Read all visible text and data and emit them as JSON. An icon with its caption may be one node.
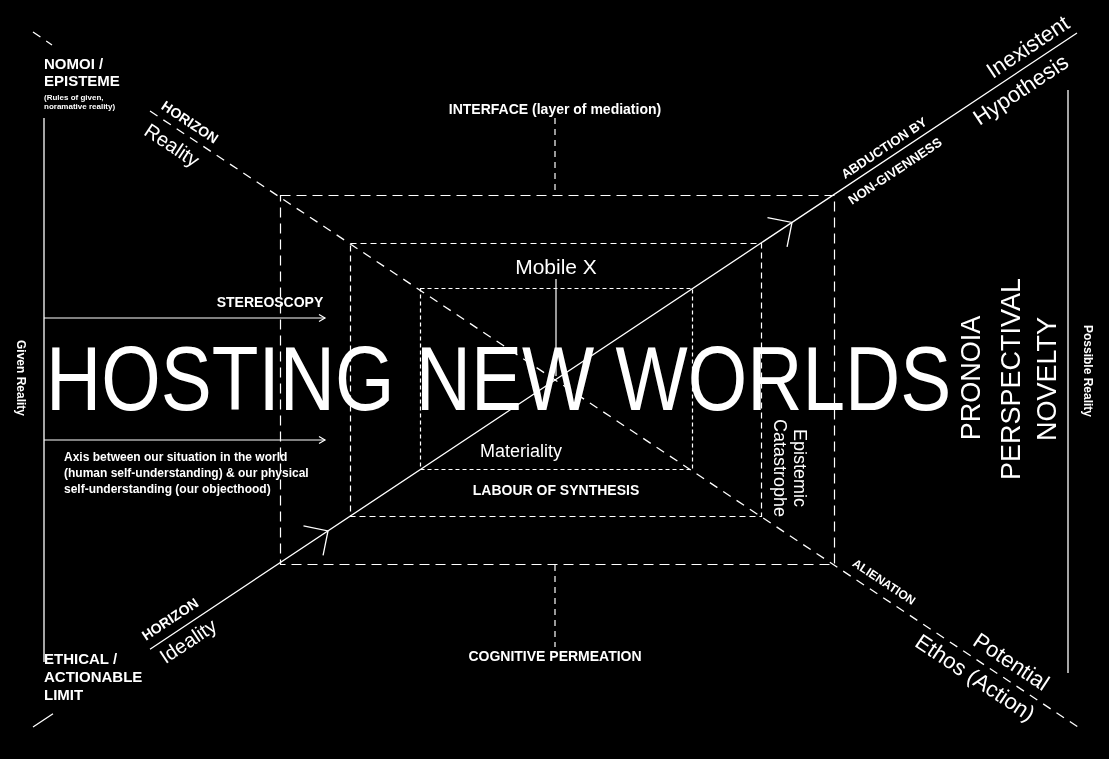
{
  "diagram": {
    "title": "HOSTING NEW WORLDS",
    "nodes": [
      {
        "text": [
          "INTERFACE (layer of mediation)"
        ]
      },
      {
        "text": [
          "Epistemic Catastrophe"
        ]
      },
      {
        "text": [
          "LABOUR OF SYNTHESIS"
        ],
        "in": 1
      },
      {
        "text": [
          "Mobile X"
        ],
        "in": 2
      },
      {
        "text": [
          "Materiality"
        ],
        "in": 2
      },
      {
        "text": [
          "COGNITIVE PERMEATION"
        ]
      }
    ],
    "edges": [
      {
        "from": 0,
        "to": 1,
        "arrow": "none",
        "style": "dashed"
      },
      {
        "from": 3,
        "to": 4,
        "arrow": "none"
      },
      {
        "from": 1,
        "to": 5,
        "arrow": "none",
        "style": "dashed"
      }
    ],
    "labels": [
      "NOMOI / EPISTEME",
      "(Rules of given, noramative reality)",
      "HORIZON",
      "Reality",
      "Inexistent",
      "ABDUCTION BY",
      "NON-GIVENNESS",
      "Hypothesis",
      "STEREOSCOPY",
      "Given Reality",
      "PRONOIA",
      "PERSPECTIVAL",
      "NOVELTY",
      "Possible Reality",
      "Axis between our situation in the world (human self-understanding) & our physical self-understanding (our objecthood)",
      "HORIZON",
      "Ideality",
      "ALIENATION",
      "ETHICAL / ACTIONABLE LIMIT",
      "Potential",
      "Ethos (Action)"
    ]
  }
}
